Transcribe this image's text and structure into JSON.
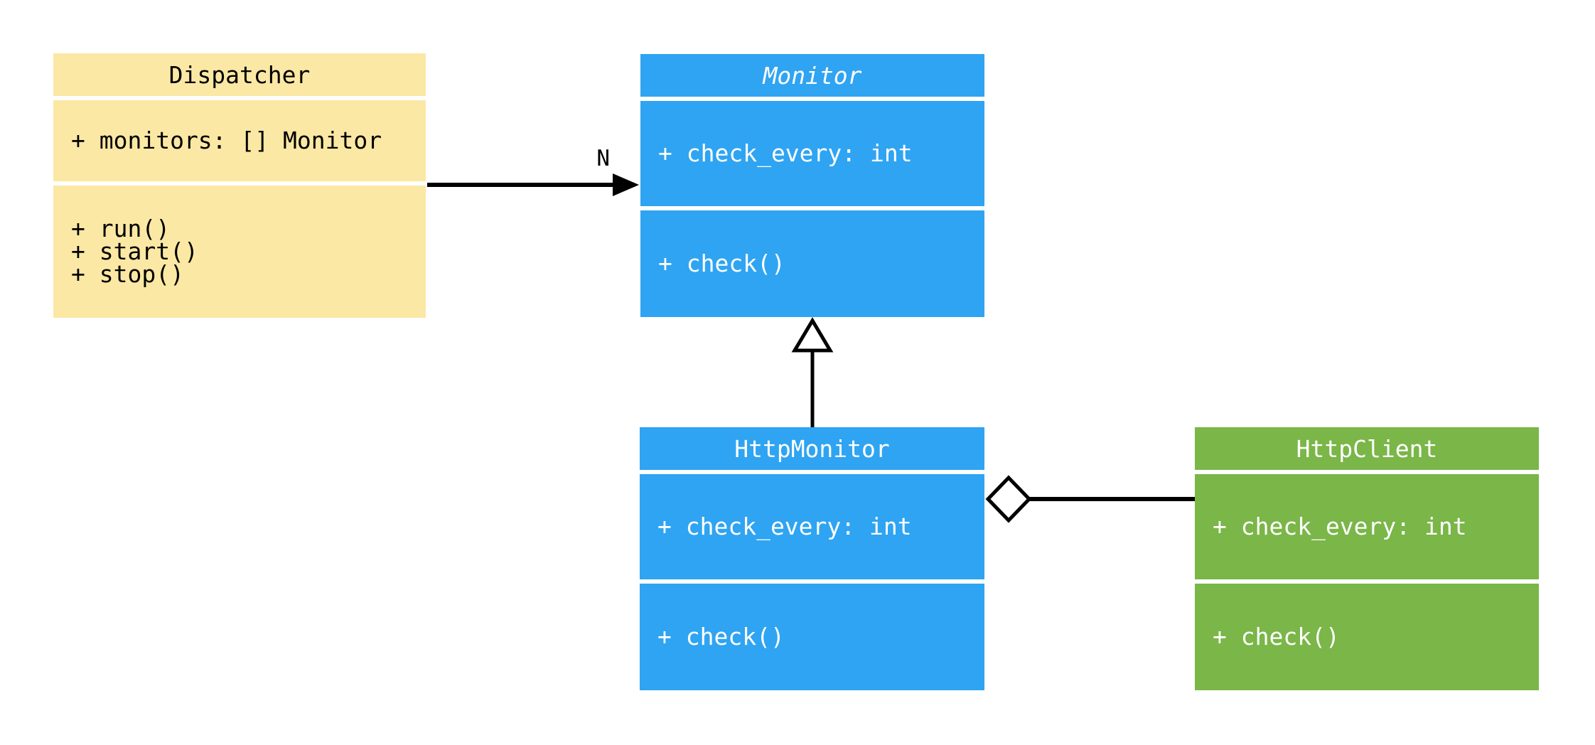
{
  "diagram": {
    "background_color": "#ffffff",
    "line_color": "#000000",
    "classes": [
      {
        "name": "Dispatcher",
        "abstract": false,
        "fill": "#FBE8A4",
        "text_color": "#000000",
        "attributes": [
          "+ monitors: [] Monitor"
        ],
        "methods": [
          "+ run()",
          "+ start()",
          "+ stop()"
        ]
      },
      {
        "name": "Monitor",
        "abstract": true,
        "fill": "#2FA4F2",
        "text_color": "#ffffff",
        "attributes": [
          "+ check_every: int"
        ],
        "methods": [
          "+ check()"
        ]
      },
      {
        "name": "HttpMonitor",
        "abstract": false,
        "fill": "#2FA4F2",
        "text_color": "#ffffff",
        "attributes": [
          "+ check_every: int"
        ],
        "methods": [
          "+ check()"
        ]
      },
      {
        "name": "HttpClient",
        "abstract": false,
        "fill": "#7AB648",
        "text_color": "#ffffff",
        "attributes": [
          "+ check_every: int"
        ],
        "methods": [
          "+ check()"
        ]
      }
    ],
    "relations": [
      {
        "type": "association",
        "from": "Dispatcher",
        "to": "Monitor",
        "label": "N",
        "marker": "filled-arrowhead"
      },
      {
        "type": "inheritance",
        "from": "HttpMonitor",
        "to": "Monitor",
        "label": "",
        "marker": "hollow-triangle"
      },
      {
        "type": "aggregation",
        "from": "HttpMonitor",
        "to": "HttpClient",
        "label": "",
        "marker": "hollow-diamond"
      }
    ]
  }
}
